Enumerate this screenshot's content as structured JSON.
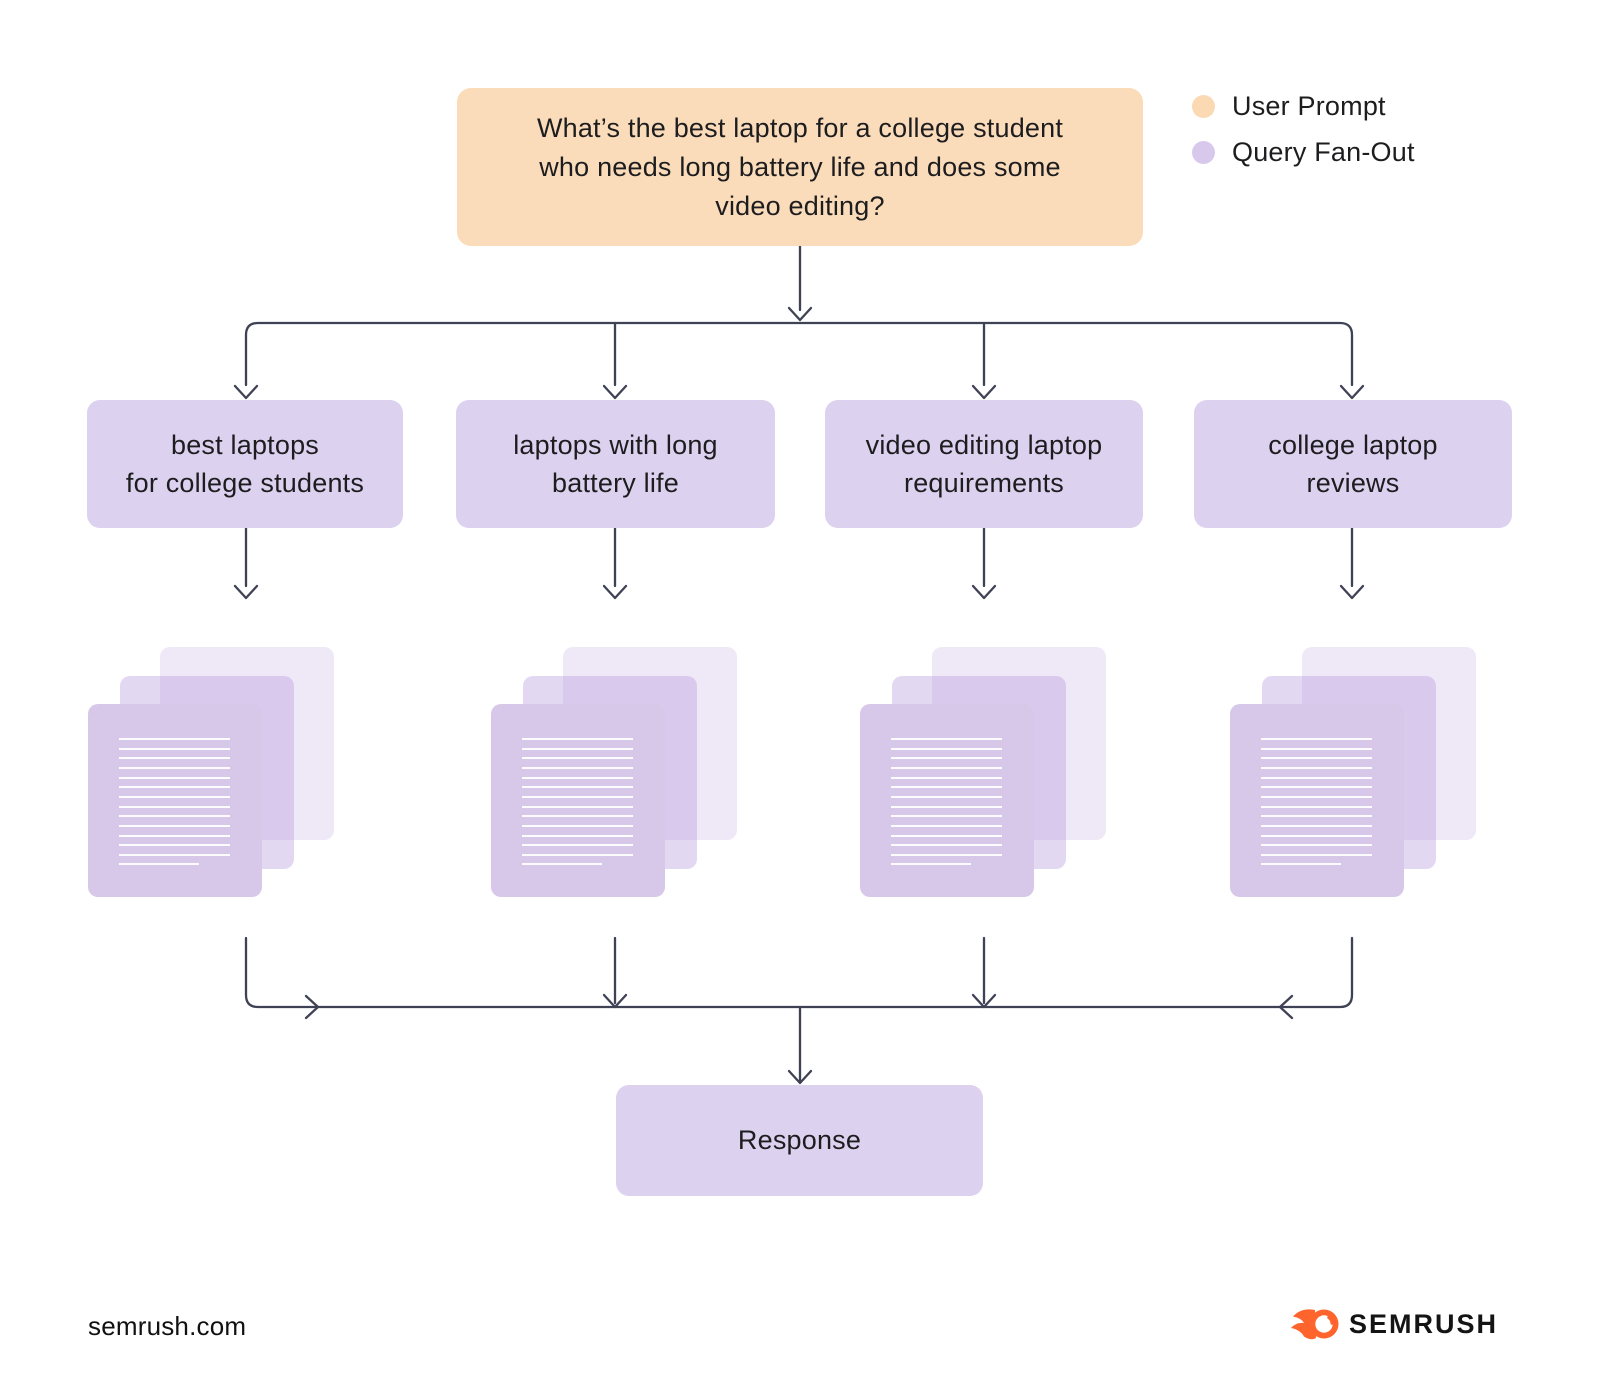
{
  "prompt": {
    "lines": [
      "What’s the best laptop for a college student",
      "who needs long battery life and does some",
      "video editing?"
    ]
  },
  "legend": {
    "items": [
      {
        "label": "User Prompt",
        "color": "#FBD9B3"
      },
      {
        "label": "Query Fan-Out",
        "color": "#D8C9EC"
      }
    ]
  },
  "queries": [
    {
      "lines": [
        "best laptops",
        "for college students"
      ]
    },
    {
      "lines": [
        "laptops with long",
        "battery life"
      ]
    },
    {
      "lines": [
        "video editing laptop",
        "requirements"
      ]
    },
    {
      "lines": [
        "college laptop",
        "reviews"
      ]
    }
  ],
  "response": {
    "label": "Response"
  },
  "footer": {
    "site": "semrush.com",
    "brand": "SEMRUSH"
  },
  "colors": {
    "user_prompt_fill": "#FBDCBA",
    "query_fill": "#DCD1EE",
    "doc_front": "#D7C8E9",
    "doc_mid": "rgba(184,157,223,0.40)",
    "doc_back": "rgba(184,157,223,0.24)",
    "arrow": "#3F4254",
    "text": "#1D1D1F",
    "brand_orange": "#FF642D",
    "background": "#FFFFFF"
  }
}
